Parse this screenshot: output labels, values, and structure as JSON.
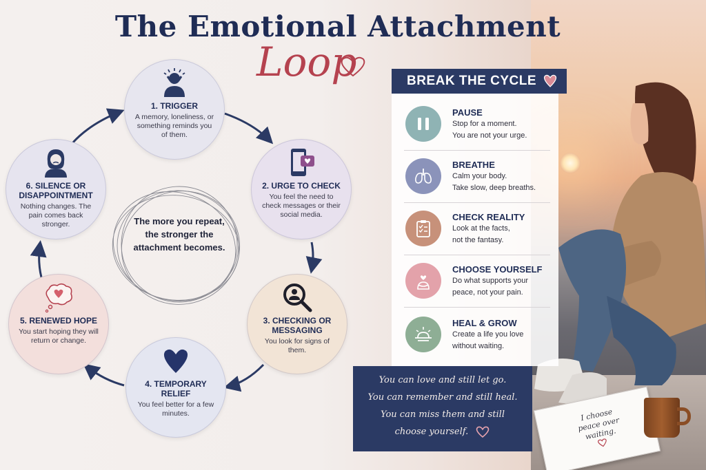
{
  "title": "The Emotional Attachment",
  "subtitle": "Loop",
  "center_text": "The more you repeat, the stronger the attachment becomes.",
  "nodes": [
    {
      "title": "1. TRIGGER",
      "desc": "A memory, loneliness, or something reminds you of them.",
      "icon": "stressed-person-icon"
    },
    {
      "title": "2. URGE TO CHECK",
      "desc": "You feel the need to check messages or their social media.",
      "icon": "phone-heart-icon"
    },
    {
      "title": "3. CHECKING OR MESSAGING",
      "desc": "You look for signs of them.",
      "icon": "magnifier-person-icon"
    },
    {
      "title": "4. TEMPORARY RELIEF",
      "desc": "You feel better for a few minutes.",
      "icon": "heart-icon"
    },
    {
      "title": "5. RENEWED HOPE",
      "desc": "You start hoping they will return or change.",
      "icon": "thought-heart-icon"
    },
    {
      "title": "6. SILENCE OR DISAPPOINTMENT",
      "desc": "Nothing changes. The pain comes back stronger.",
      "icon": "sad-person-icon"
    }
  ],
  "break_cycle": {
    "heading": "BREAK THE CYCLE",
    "steps": [
      {
        "title": "PAUSE",
        "line1": "Stop for a moment.",
        "line2": "You are not your urge.",
        "icon": "pause-icon",
        "color": "#8fb3b4"
      },
      {
        "title": "BREATHE",
        "line1": "Calm your body.",
        "line2": "Take slow, deep breaths.",
        "icon": "lungs-icon",
        "color": "#8b93ba"
      },
      {
        "title": "CHECK REALITY",
        "line1": "Look at the facts,",
        "line2": "not the fantasy.",
        "icon": "clipboard-icon",
        "color": "#c7917a"
      },
      {
        "title": "CHOOSE YOURSELF",
        "line1": "Do what supports your",
        "line2": "peace, not your pain.",
        "icon": "self-hug-icon",
        "color": "#e3a2aa"
      },
      {
        "title": "HEAL & GROW",
        "line1": "Create a life you love",
        "line2": "without waiting.",
        "icon": "sunrise-icon",
        "color": "#8eae95"
      }
    ]
  },
  "quote": {
    "line1": "You can love and still let go.",
    "line2": "You can remember and still heal.",
    "line3": "You can miss them and still",
    "line4": "choose yourself."
  },
  "notebook": {
    "line1": "I choose",
    "line2": "peace over",
    "line3": "waiting."
  },
  "colors": {
    "navy": "#1f2c55",
    "rose": "#b5424f",
    "panel": "#2b3a64"
  }
}
